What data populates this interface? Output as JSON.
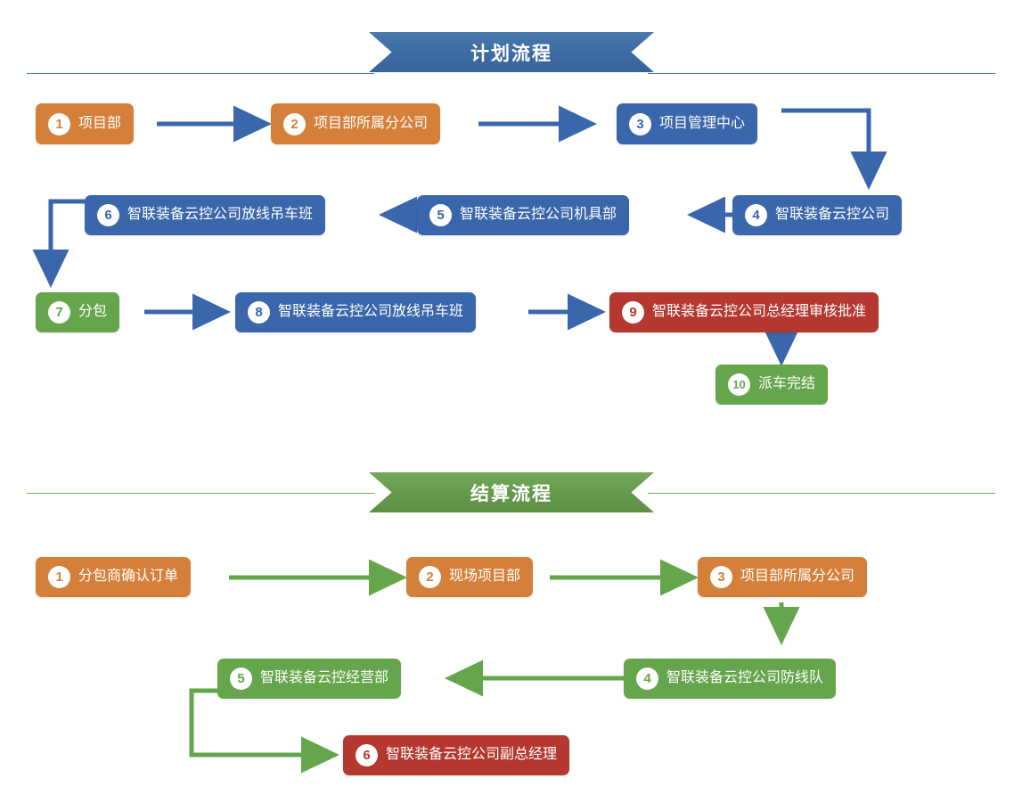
{
  "colors": {
    "orange": "#d5803a",
    "blue": "#3a66ab",
    "green": "#65a54b",
    "red": "#b4382f",
    "banner_blue": "#3d6ba3",
    "banner_green": "#64994c",
    "arrow_blue": "#3a66ab",
    "arrow_green": "#65a54b",
    "white": "#ffffff"
  },
  "sections": [
    {
      "id": "plan",
      "banner_title": "计划流程",
      "nodes": [
        {
          "num": "1",
          "label": "项目部",
          "color": "orange"
        },
        {
          "num": "2",
          "label": "项目部所属分公司",
          "color": "orange"
        },
        {
          "num": "3",
          "label": "项目管理中心",
          "color": "blue"
        },
        {
          "num": "4",
          "label": "智联装备云控公司",
          "color": "blue"
        },
        {
          "num": "5",
          "label": "智联装备云控公司机具部",
          "color": "blue"
        },
        {
          "num": "6",
          "label": "智联装备云控公司放线吊车班",
          "color": "blue"
        },
        {
          "num": "7",
          "label": "分包",
          "color": "green"
        },
        {
          "num": "8",
          "label": "智联装备云控公司放线吊车班",
          "color": "blue"
        },
        {
          "num": "9",
          "label": "智联装备云控公司总经理审核批准",
          "color": "red"
        },
        {
          "num": "10",
          "label": "派车完结",
          "color": "green"
        }
      ]
    },
    {
      "id": "settlement",
      "banner_title": "结算流程",
      "nodes": [
        {
          "num": "1",
          "label": "分包商确认订单",
          "color": "orange"
        },
        {
          "num": "2",
          "label": "现场项目部",
          "color": "orange"
        },
        {
          "num": "3",
          "label": "项目部所属分公司",
          "color": "orange"
        },
        {
          "num": "4",
          "label": "智联装备云控公司防线队",
          "color": "green"
        },
        {
          "num": "5",
          "label": "智联装备云控经营部",
          "color": "green"
        },
        {
          "num": "6",
          "label": "智联装备云控公司副总经理",
          "color": "red"
        }
      ]
    }
  ]
}
